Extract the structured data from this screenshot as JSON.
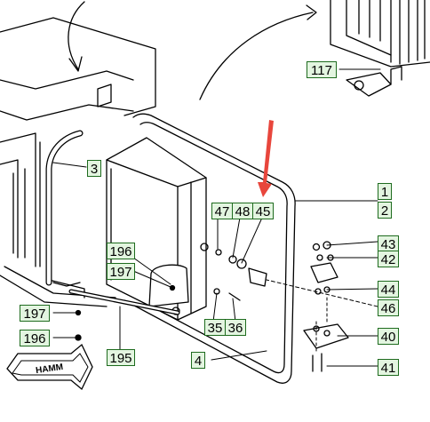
{
  "diagram": {
    "callouts": [
      {
        "id": "c117",
        "label": "117"
      },
      {
        "id": "c3",
        "label": "3"
      },
      {
        "id": "c1",
        "label": "1"
      },
      {
        "id": "c2",
        "label": "2"
      },
      {
        "id": "c47",
        "label": "47"
      },
      {
        "id": "c48",
        "label": "48"
      },
      {
        "id": "c45",
        "label": "45"
      },
      {
        "id": "c43",
        "label": "43"
      },
      {
        "id": "c42",
        "label": "42"
      },
      {
        "id": "c196a",
        "label": "196"
      },
      {
        "id": "c197a",
        "label": "197"
      },
      {
        "id": "c44",
        "label": "44"
      },
      {
        "id": "c46",
        "label": "46"
      },
      {
        "id": "c197b",
        "label": "197"
      },
      {
        "id": "c35",
        "label": "35"
      },
      {
        "id": "c36",
        "label": "36"
      },
      {
        "id": "c196b",
        "label": "196"
      },
      {
        "id": "c40",
        "label": "40"
      },
      {
        "id": "c195",
        "label": "195"
      },
      {
        "id": "c4",
        "label": "4"
      },
      {
        "id": "c41",
        "label": "41"
      }
    ],
    "brand_logo_text": "HAMM",
    "pointer_arrow_color": "#e8463c",
    "callout_border_color": "#1e6b1e",
    "callout_fill_color": "#e3f5e0"
  }
}
